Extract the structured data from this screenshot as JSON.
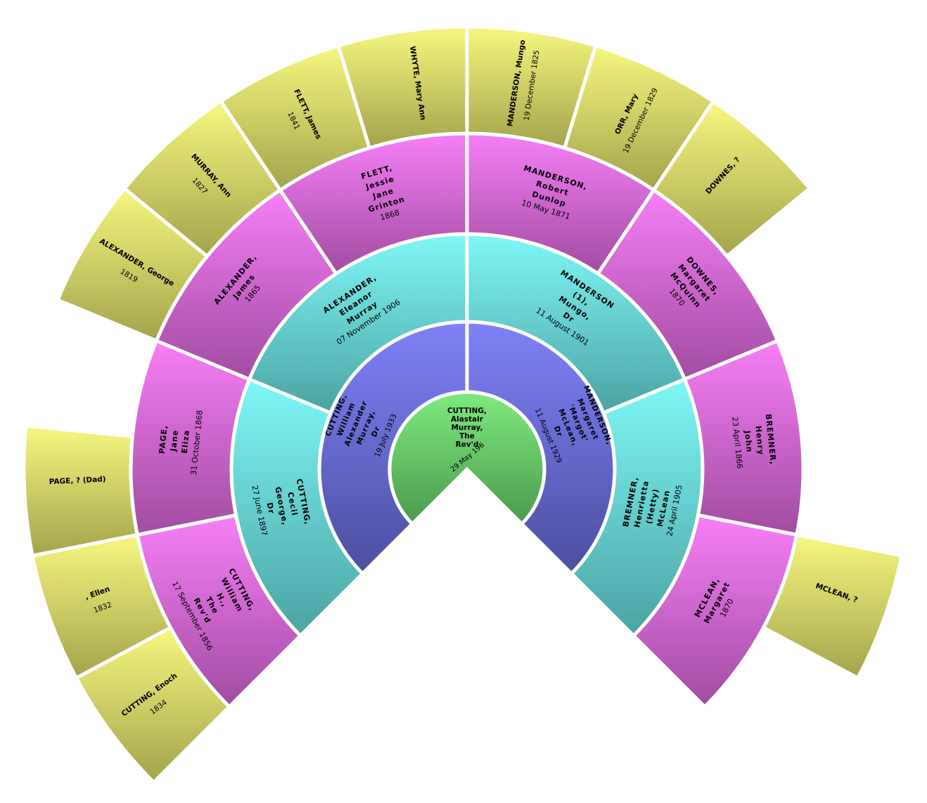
{
  "colors": {
    "center": [
      "#7fea7f",
      "#4c9a4c"
    ],
    "gen1": [
      "#7f82f8",
      "#4c4fa0"
    ],
    "gen2": [
      "#7ff7f7",
      "#4ca3a3"
    ],
    "gen3": [
      "#f77ff7",
      "#a04ca0"
    ],
    "gen4": [
      "#f7f77f",
      "#a3a34c"
    ]
  },
  "center": {
    "name": "CUTTING, Alastair Murray, The Rev'd",
    "date": "29 May 196"
  },
  "parents": [
    {
      "name": "CUTTING, William Alexander Murray, Dr",
      "date": "19 July 1933"
    },
    {
      "name": "MANDERSON, Margaret 'Margot' McLean, Dr",
      "date": "11 August 1929"
    }
  ],
  "grandparents": [
    {
      "name": "CUTTING, Cecil George, Dr",
      "date": "27 June 1897"
    },
    {
      "name": "ALEXANDER, Eleanor Murray",
      "date": "07 November 1906"
    },
    {
      "name": "MANDERSON (1), Mungo, Dr",
      "date": "11 August 1901"
    },
    {
      "name": "BREMNER, Henrietta (Hetty) McLean",
      "date": "24 April 1905"
    }
  ],
  "great_grandparents": [
    {
      "name": "CUTTING, William H., The Rev'd",
      "date": "17 September 1856"
    },
    {
      "name": "PAGE, Jane Eliza",
      "date": "31 October 1868"
    },
    {
      "name": "ALEXANDER, James",
      "date": "1865"
    },
    {
      "name": "FLETT, Jessie Jane Grinton",
      "date": "1868"
    },
    {
      "name": "MANDERSON, Robert Dunlop",
      "date": "10 May 1871"
    },
    {
      "name": "DOWNES, Margaret McQuinn",
      "date": "1870"
    },
    {
      "name": "BREMNER, Henry John",
      "date": "23 April 1866"
    },
    {
      "name": "MCLEAN, Margaret",
      "date": "1870"
    }
  ],
  "gg_grandparents": [
    {
      "name": "CUTTING, Enoch",
      "date": "1834"
    },
    {
      "name": ", Ellen",
      "date": "1832"
    },
    {
      "name": "PAGE, ? (Dad)",
      "date": ""
    },
    {
      "name": "",
      "date": ""
    },
    {
      "name": "ALEXANDER, George",
      "date": "1819"
    },
    {
      "name": "MURRAY, Ann",
      "date": "1827"
    },
    {
      "name": "FLETT, James",
      "date": "1841"
    },
    {
      "name": "WHYTE, Mary Ann",
      "date": ""
    },
    {
      "name": "MANDERSON, Mungo",
      "date": "19 December 1825"
    },
    {
      "name": "ORR, Mary",
      "date": "19 December 1829"
    },
    {
      "name": "DOWNES, ?",
      "date": ""
    },
    {
      "name": "",
      "date": ""
    },
    {
      "name": "",
      "date": ""
    },
    {
      "name": "",
      "date": ""
    },
    {
      "name": "MCLEAN, ?",
      "date": ""
    },
    {
      "name": "",
      "date": ""
    }
  ]
}
